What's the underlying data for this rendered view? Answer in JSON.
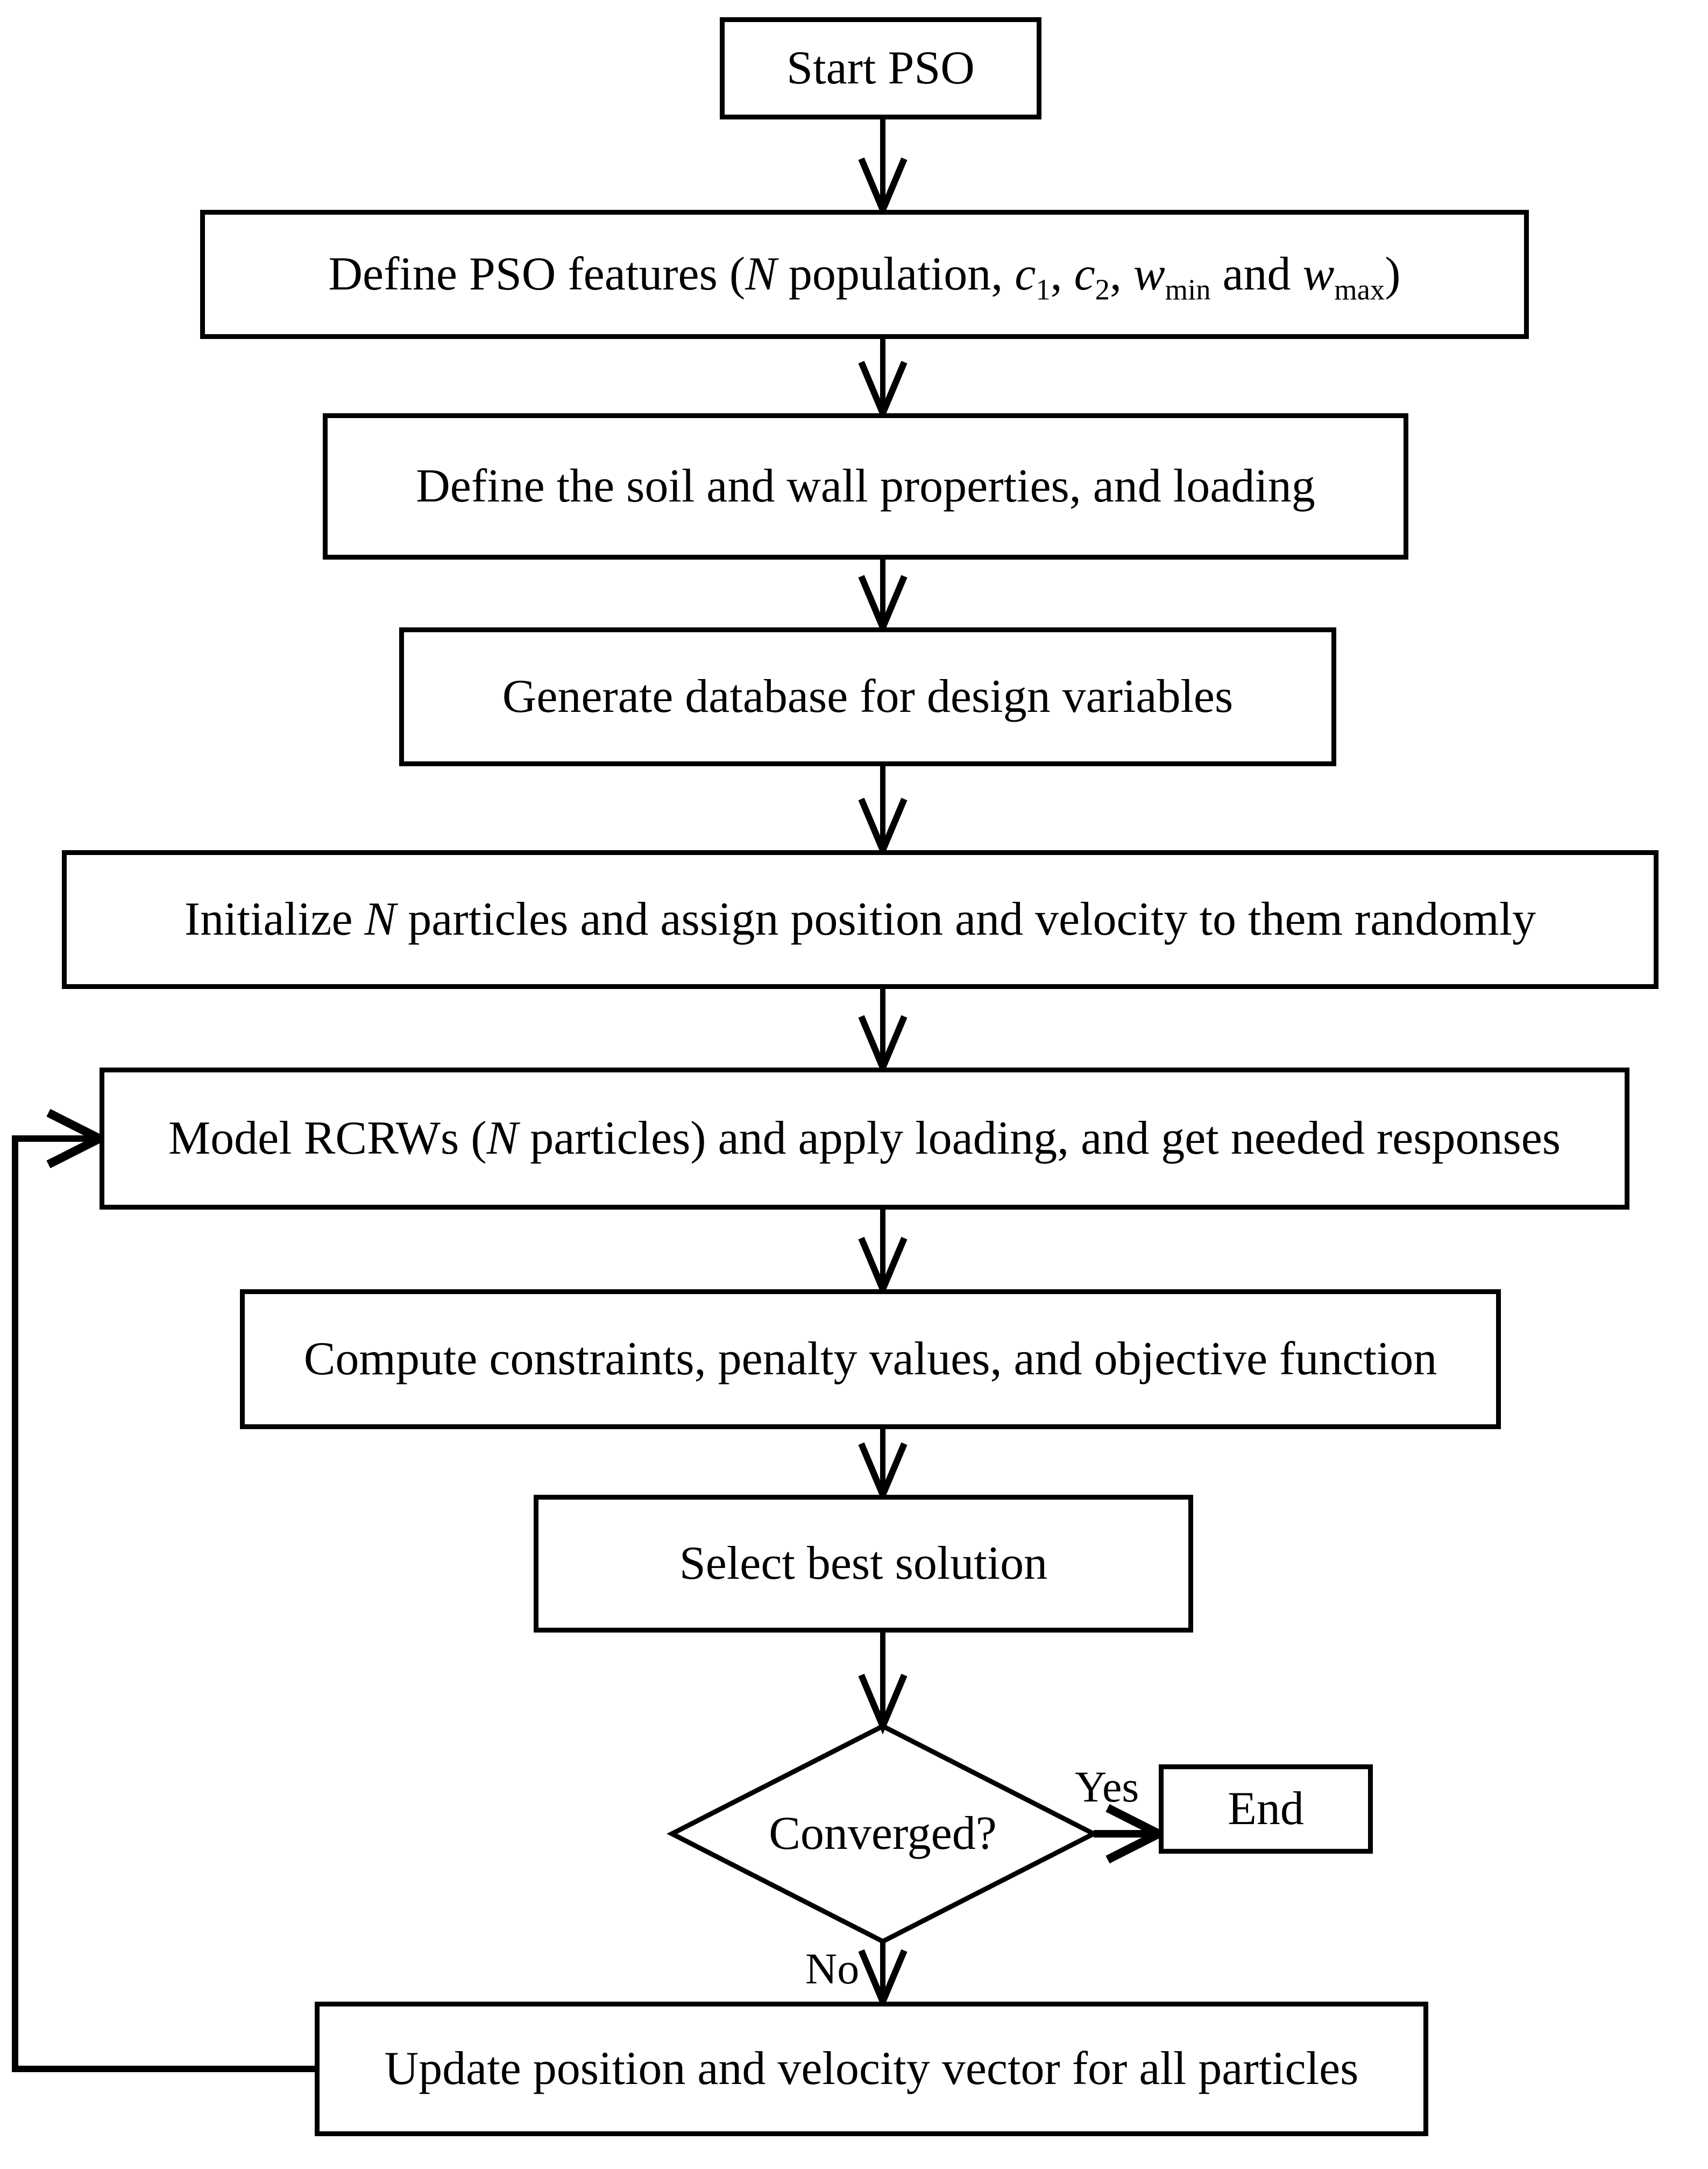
{
  "diagram": {
    "title": "PSO optimization flowchart",
    "background_color": "#ffffff",
    "line_color": "#000000",
    "nodes": {
      "start": {
        "shape": "rect",
        "label": [
          {
            "t": "Start PSO"
          }
        ]
      },
      "features": {
        "shape": "rect",
        "label": [
          {
            "t": "Define PSO features ("
          },
          {
            "t": "N",
            "i": 1
          },
          {
            "t": " population, "
          },
          {
            "t": "c",
            "i": 1
          },
          {
            "t": "1",
            "s": 1
          },
          {
            "t": ", "
          },
          {
            "t": "c",
            "i": 1
          },
          {
            "t": "2",
            "s": 1
          },
          {
            "t": ", "
          },
          {
            "t": "w",
            "i": 1
          },
          {
            "t": "min",
            "s": 1
          },
          {
            "t": " and "
          },
          {
            "t": "w",
            "i": 1
          },
          {
            "t": "max",
            "s": 1
          },
          {
            "t": ")"
          }
        ]
      },
      "soil": {
        "shape": "rect",
        "label": [
          {
            "t": "Define the soil and wall properties, and loading"
          }
        ]
      },
      "database": {
        "shape": "rect",
        "label": [
          {
            "t": "Generate database for design variables"
          }
        ]
      },
      "initialize": {
        "shape": "rect",
        "label": [
          {
            "t": "Initialize "
          },
          {
            "t": "N",
            "i": 1
          },
          {
            "t": " particles and assign position and velocity to them randomly"
          }
        ]
      },
      "model": {
        "shape": "rect",
        "label": [
          {
            "t": "Model RCRWs ("
          },
          {
            "t": "N",
            "i": 1
          },
          {
            "t": " particles) and apply loading, and get needed responses"
          }
        ]
      },
      "compute": {
        "shape": "rect",
        "label": [
          {
            "t": "Compute constraints, penalty values, and objective function"
          }
        ]
      },
      "select": {
        "shape": "rect",
        "label": [
          {
            "t": "Select best solution"
          }
        ]
      },
      "converged": {
        "shape": "diamond",
        "label": [
          {
            "t": "Converged?"
          }
        ]
      },
      "end": {
        "shape": "rect",
        "label": [
          {
            "t": "End"
          }
        ]
      },
      "update": {
        "shape": "rect",
        "label": [
          {
            "t": "Update position and velocity vector for all particles"
          }
        ]
      }
    },
    "edge_labels": {
      "yes": "Yes",
      "no": "No"
    }
  }
}
